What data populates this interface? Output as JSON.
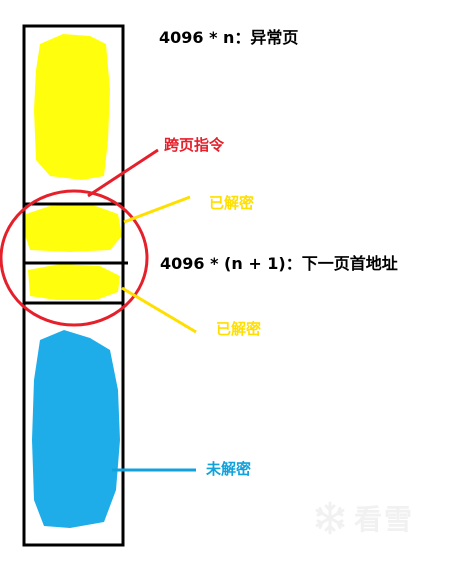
{
  "labels": {
    "page_n": "4096 * n：异常页",
    "cross_page": "跨页指令",
    "decrypted_1": "已解密",
    "next_page": "4096 * (n  + 1)：下一页首地址",
    "decrypted_2": "已解密",
    "undecrypted": "未解密"
  },
  "watermark": {
    "text": "看雪",
    "icon": "snowflake-icon"
  },
  "colors": {
    "outline": "#000000",
    "yellow": "#ffff00",
    "blue": "#13a9e8",
    "red_circle": "#e5202b",
    "yellow_line": "#ffdf00",
    "blue_line": "#11a2dc",
    "watermark": "#e6e6e6"
  }
}
